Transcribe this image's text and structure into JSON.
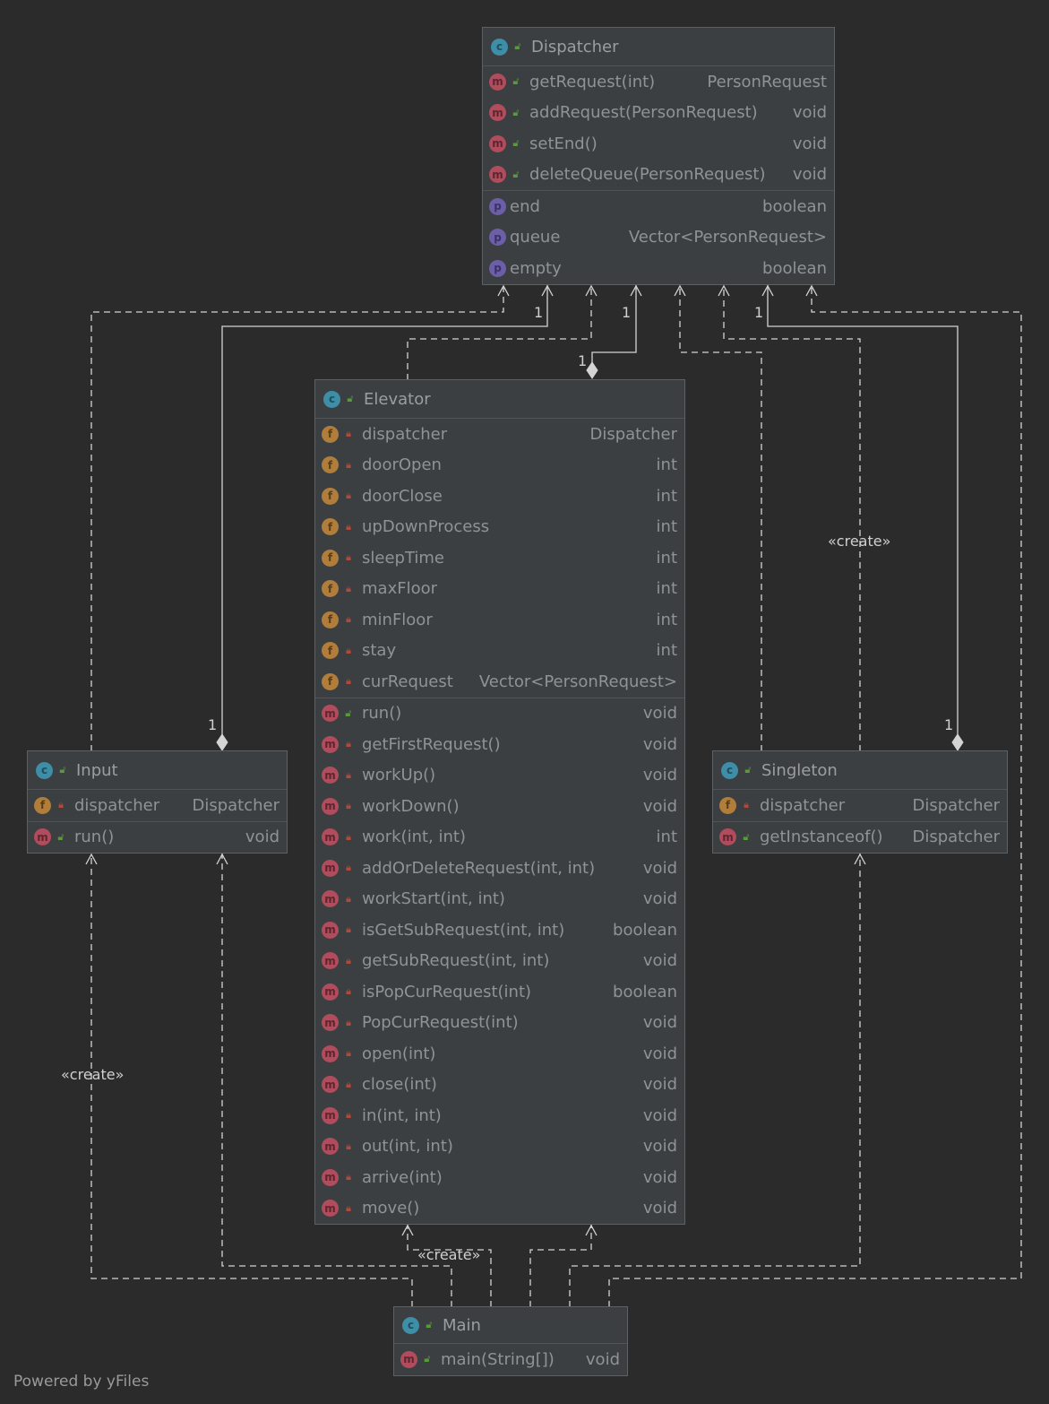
{
  "classes": {
    "dispatcher": {
      "name": "Dispatcher",
      "methods": [
        {
          "name": "getRequest(int)",
          "type": "PersonRequest"
        },
        {
          "name": "addRequest(PersonRequest)",
          "type": "void"
        },
        {
          "name": "setEnd()",
          "type": "void"
        },
        {
          "name": "deleteQueue(PersonRequest)",
          "type": "void"
        }
      ],
      "properties": [
        {
          "name": "end",
          "type": "boolean"
        },
        {
          "name": "queue",
          "type": "Vector<PersonRequest>"
        },
        {
          "name": "empty",
          "type": "boolean"
        }
      ]
    },
    "elevator": {
      "name": "Elevator",
      "fields": [
        {
          "name": "dispatcher",
          "type": "Dispatcher"
        },
        {
          "name": "doorOpen",
          "type": "int"
        },
        {
          "name": "doorClose",
          "type": "int"
        },
        {
          "name": "upDownProcess",
          "type": "int"
        },
        {
          "name": "sleepTime",
          "type": "int"
        },
        {
          "name": "maxFloor",
          "type": "int"
        },
        {
          "name": "minFloor",
          "type": "int"
        },
        {
          "name": "stay",
          "type": "int"
        },
        {
          "name": "curRequest",
          "type": "Vector<PersonRequest>"
        }
      ],
      "methods": [
        {
          "name": "run()",
          "type": "void"
        },
        {
          "name": "getFirstRequest()",
          "type": "void"
        },
        {
          "name": "workUp()",
          "type": "void"
        },
        {
          "name": "workDown()",
          "type": "void"
        },
        {
          "name": "work(int, int)",
          "type": "int"
        },
        {
          "name": "addOrDeleteRequest(int, int)",
          "type": "void"
        },
        {
          "name": "workStart(int, int)",
          "type": "void"
        },
        {
          "name": "isGetSubRequest(int, int)",
          "type": "boolean"
        },
        {
          "name": "getSubRequest(int, int)",
          "type": "void"
        },
        {
          "name": "isPopCurRequest(int)",
          "type": "boolean"
        },
        {
          "name": "PopCurRequest(int)",
          "type": "void"
        },
        {
          "name": "open(int)",
          "type": "void"
        },
        {
          "name": "close(int)",
          "type": "void"
        },
        {
          "name": "in(int, int)",
          "type": "void"
        },
        {
          "name": "out(int, int)",
          "type": "void"
        },
        {
          "name": "arrive(int)",
          "type": "void"
        },
        {
          "name": "move()",
          "type": "void"
        }
      ]
    },
    "input": {
      "name": "Input",
      "fields": [
        {
          "name": "dispatcher",
          "type": "Dispatcher"
        }
      ],
      "methods": [
        {
          "name": "run()",
          "type": "void"
        }
      ]
    },
    "singleton": {
      "name": "Singleton",
      "fields": [
        {
          "name": "dispatcher",
          "type": "Dispatcher"
        }
      ],
      "methods": [
        {
          "name": "getInstanceof()",
          "type": "Dispatcher"
        }
      ]
    },
    "main": {
      "name": "Main",
      "methods": [
        {
          "name": "main(String[])",
          "type": "void"
        }
      ]
    }
  },
  "edge_labels": {
    "create_singleton": "«create»",
    "create_input": "«create»",
    "create_elevator": "«create»"
  },
  "multiplicities": {
    "input_top": "1",
    "dispatcher_input": "1",
    "dispatcher_elevator": "1",
    "elevator_top": "1",
    "dispatcher_singleton": "1",
    "singleton_top": "1"
  },
  "footer": "Powered by yFiles",
  "colors": {
    "background": "#2b2b2b",
    "node_fill": "#3c3f41",
    "edge": "#d0d0d0"
  }
}
